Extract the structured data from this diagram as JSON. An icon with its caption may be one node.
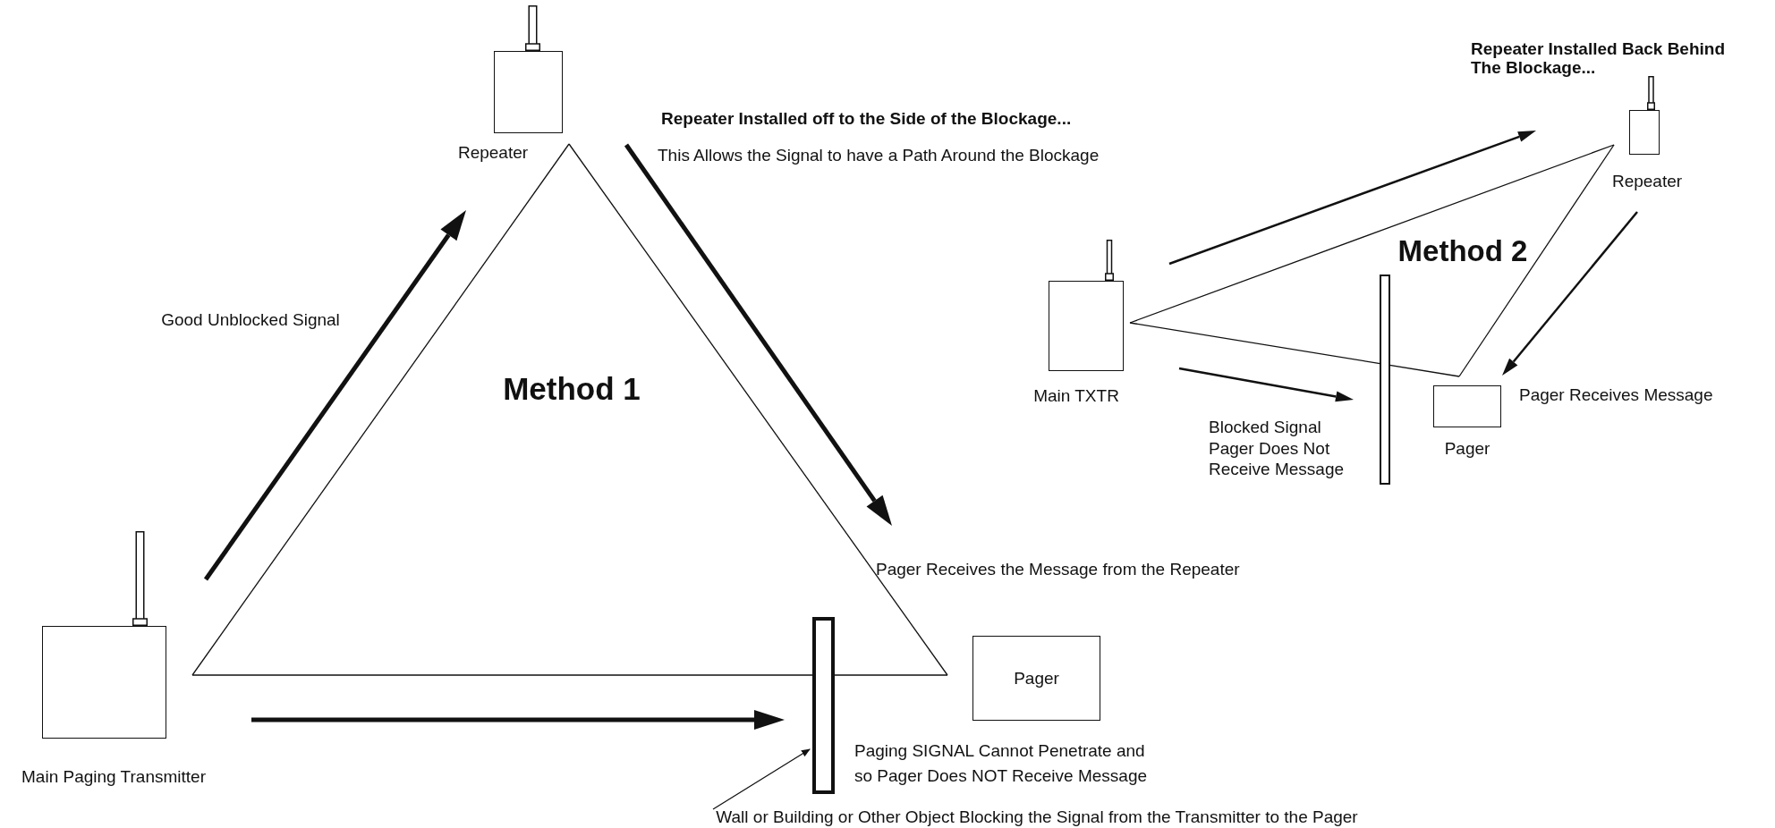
{
  "diagram": {
    "nodes": [
      {
        "text": [
          "Main Paging Transmitter"
        ]
      },
      {
        "text": [
          "Repeater"
        ]
      },
      {
        "text": [
          "Pager"
        ]
      },
      {
        "text": [],
        "shape": "bar"
      },
      {
        "text": [
          "Wall or Building or Other Object Blocking the Signal from the Transmitter to the Pager"
        ]
      },
      {
        "text": [
          "Main TXTR"
        ]
      },
      {
        "text": [
          "Repeater"
        ]
      },
      {
        "text": [],
        "shape": "bar"
      },
      {
        "text": [
          "Pager"
        ]
      }
    ],
    "edges": [
      {
        "from": 0,
        "to": 1,
        "arrow": "none"
      },
      {
        "from": 1,
        "to": 2,
        "arrow": "none"
      },
      {
        "from": 0,
        "to": 2,
        "arrow": "none"
      },
      {
        "from": 4,
        "to": 3,
        "arrow": "to"
      },
      {
        "from": 5,
        "to": 6,
        "arrow": "none"
      },
      {
        "from": 6,
        "to": 8,
        "arrow": "none"
      },
      {
        "from": 5,
        "to": 8,
        "arrow": "none"
      }
    ],
    "labels": [
      "Method 1",
      "Good Unblocked Signal",
      "Repeater Installed off to the Side of the Blockage...",
      "This Allows the Signal to have a Path Around the Blockage",
      "Pager Receives the Message from the Repeater",
      "Paging SIGNAL Cannot Penetrate and so Pager Does NOT Receive Message",
      "Repeater Installed Back Behind The Blockage...",
      "Method 2",
      "Blocked Signal Pager Does Not Receive Message",
      "Pager Receives Message"
    ]
  }
}
